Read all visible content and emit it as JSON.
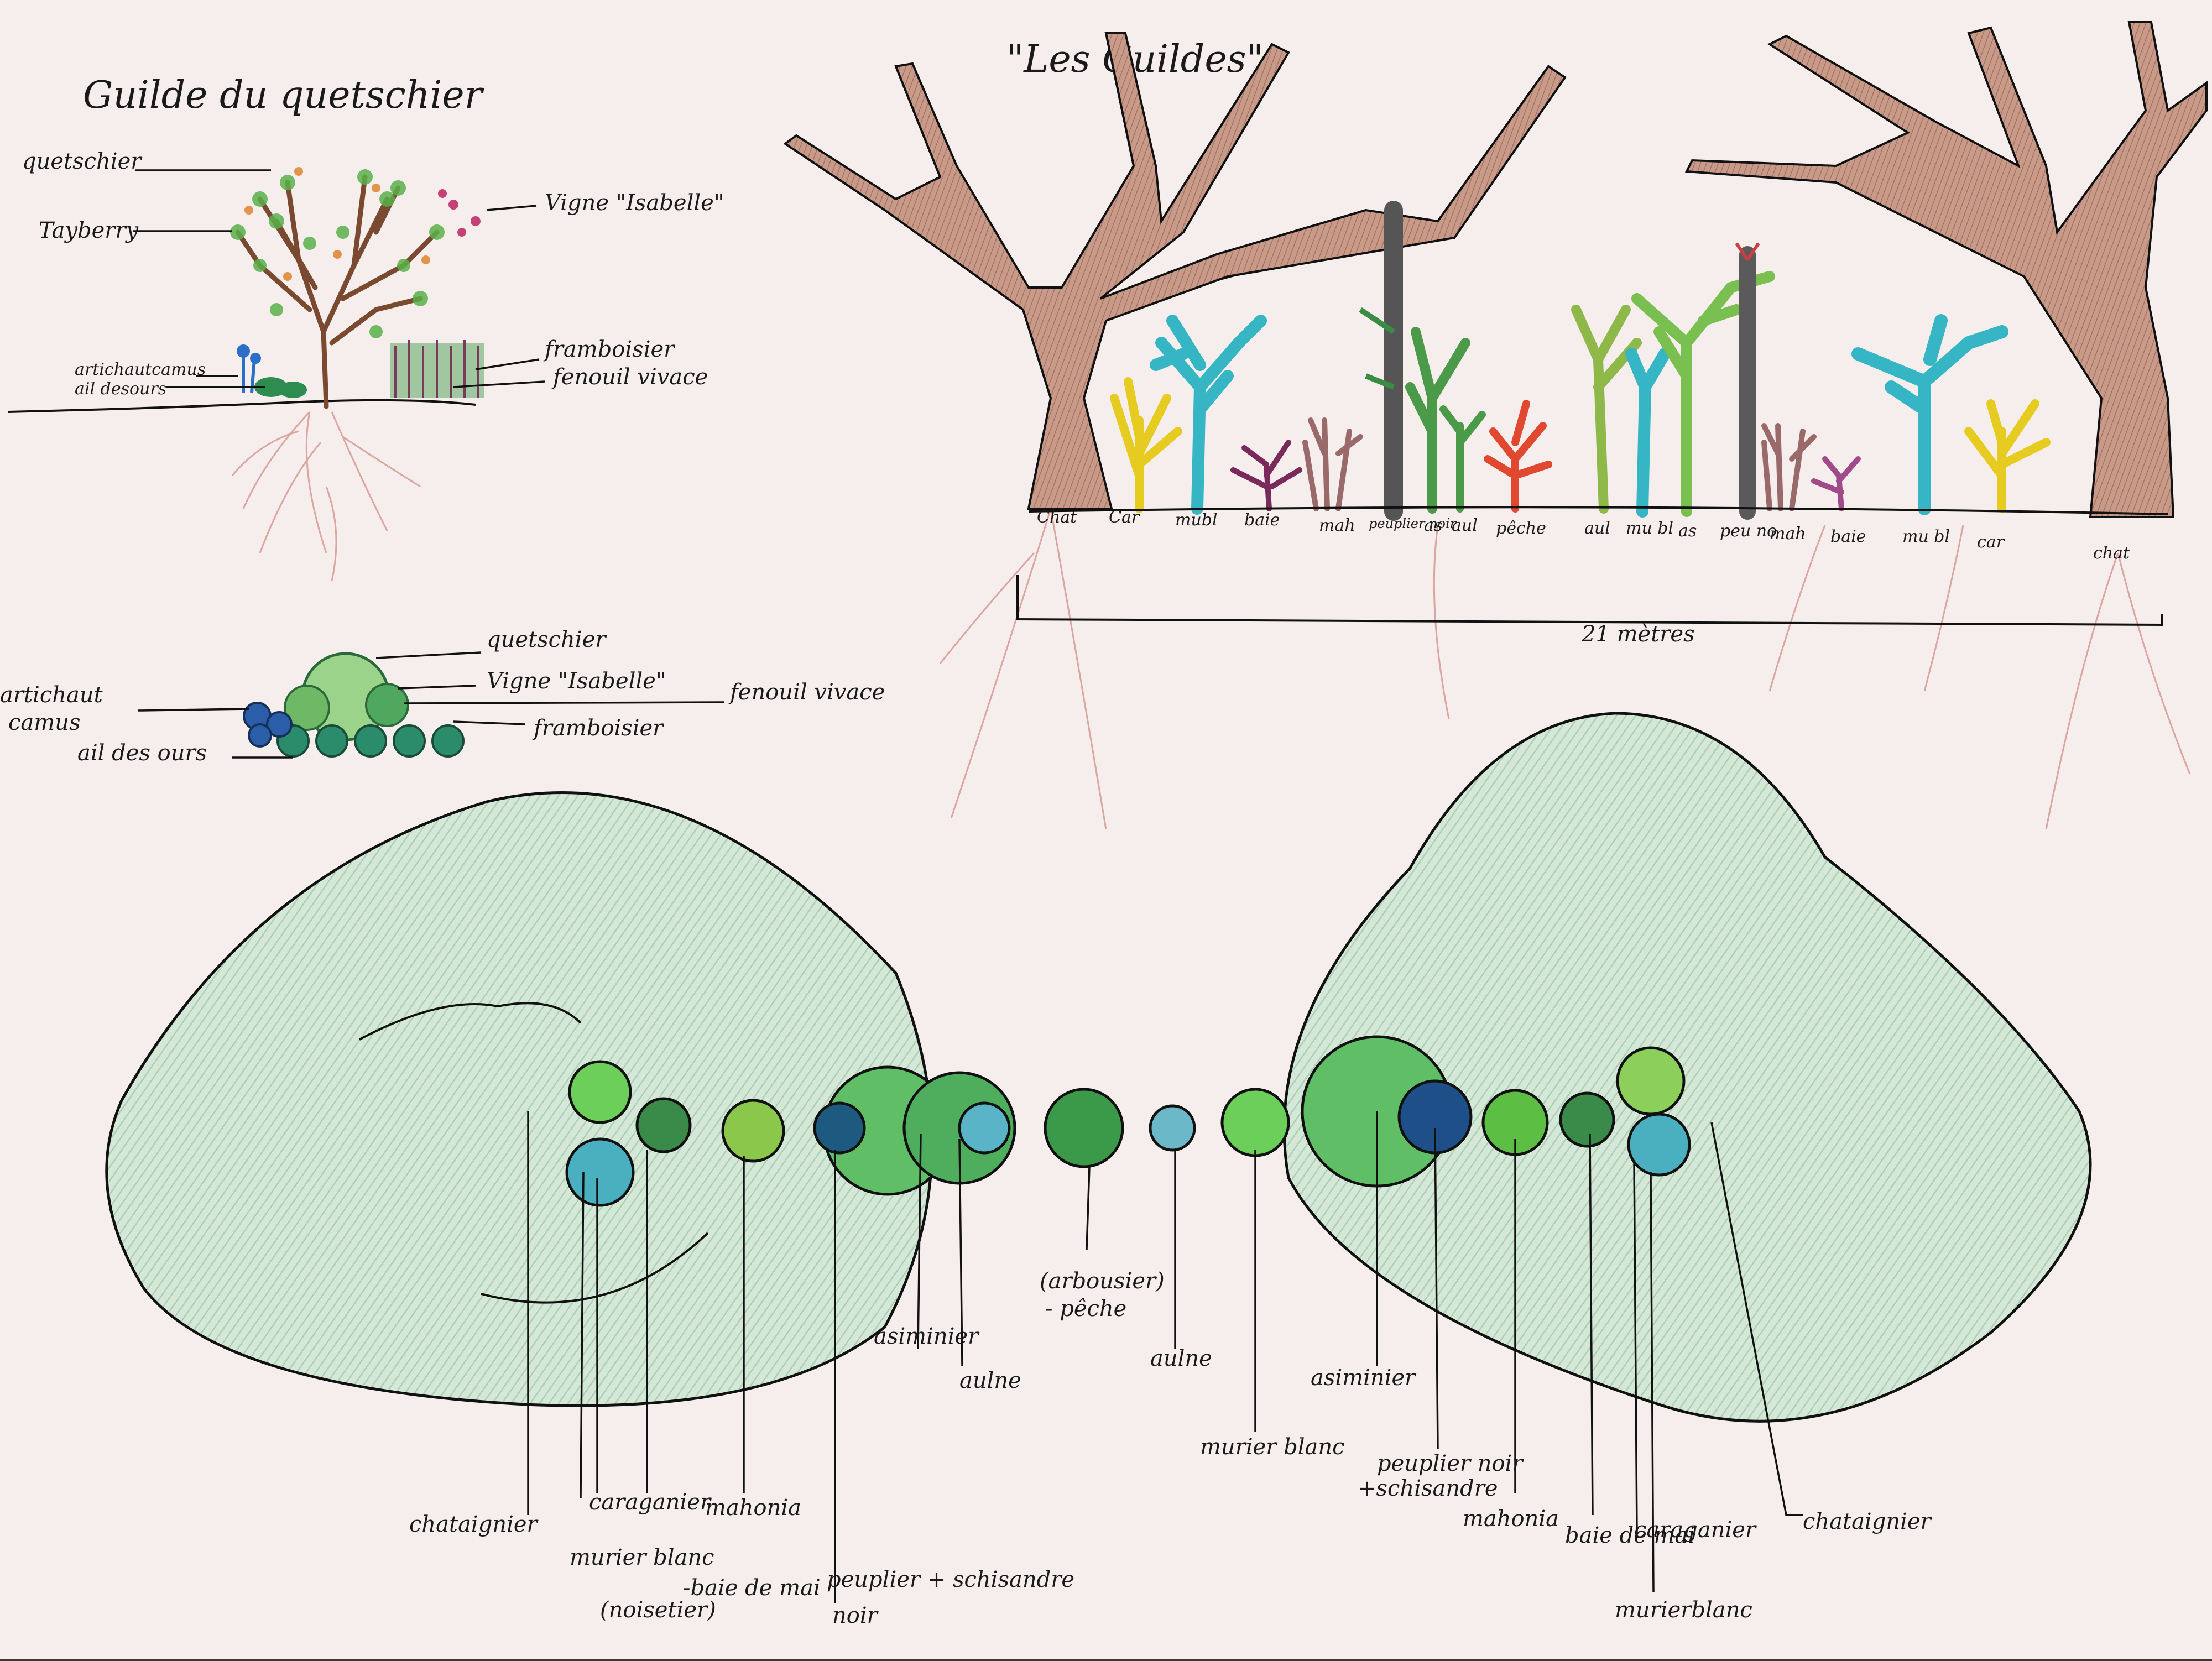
{
  "colors": {
    "paper": "#f6eeec",
    "trunk_brown": "#b08070",
    "crown_green": "#cfe4d2",
    "root_red": "#c9756e",
    "cyan": "#36b6c4",
    "yellow": "#e6cc20",
    "violet": "#7a2a5a",
    "olive": "#8fb84a",
    "red": "#e04830"
  },
  "guild_section": {
    "title": "Guilde du quetschier",
    "labels": {
      "quetschier": "quetschier",
      "tayberry": "Tayberry",
      "vigne": "Vigne \"Isabelle\"",
      "artichaut": "artichautcamus",
      "ail": "ail desours",
      "framboisier": "framboisier",
      "fenouil": "fenouil vivace"
    }
  },
  "guild_plan": {
    "labels": {
      "quetschier": "quetschier",
      "vigne": "Vigne \"Isabelle\"",
      "artichaut_1": "artichaut",
      "artichaut_2": "camus",
      "fenouil": "fenouil vivace",
      "framboisier": "framboisier",
      "ail": "ail des ours"
    }
  },
  "guilds_section": {
    "title": "\"Les Guildes\"",
    "scale_label": "21 mètres",
    "species": [
      {
        "label": "Chat",
        "icon": "chestnut-tree-icon"
      },
      {
        "label": "Car",
        "icon": "yellow-shrub-icon"
      },
      {
        "label": "mubl",
        "icon": "cyan-tree-icon"
      },
      {
        "label": "baie",
        "icon": "violet-shrub-icon"
      },
      {
        "label": "mah",
        "icon": "mahonia-shrub-icon"
      },
      {
        "label": "peuplier noir",
        "icon": "poplar-icon"
      },
      {
        "label": "as",
        "icon": "green-tree-icon"
      },
      {
        "label": "aul",
        "icon": "alder-icon"
      },
      {
        "label": "pêche",
        "icon": "peach-tree-icon"
      },
      {
        "label": "aul",
        "icon": "alder-icon"
      },
      {
        "label": "mu bl",
        "icon": "cyan-tree-icon"
      },
      {
        "label": "as",
        "icon": "green-tree-icon"
      },
      {
        "label": "peu no",
        "icon": "poplar-icon"
      },
      {
        "label": "mah",
        "icon": "mahonia-shrub-icon"
      },
      {
        "label": "baie",
        "icon": "violet-shrub-icon"
      },
      {
        "label": "mu bl",
        "icon": "cyan-tree-icon"
      },
      {
        "label": "car",
        "icon": "yellow-shrub-icon"
      },
      {
        "label": "chat",
        "icon": "chestnut-tree-icon"
      }
    ]
  },
  "plan_section": {
    "labels": {
      "chataignier_left": "chataignier",
      "murier_blanc_left": "murier blanc",
      "noisetier": "(noisetier)",
      "baie_de_mai_left": "-baie de mai",
      "caraganier_left": "caraganier",
      "mahonia_left": "mahonia",
      "peuplier_left_1": "peuplier + schisandre",
      "peuplier_left_2": "noir",
      "asiminier_left": "asiminier",
      "aulne_left": "aulne",
      "arbousier_1": "(arbousier)",
      "arbousier_2": "- pêche",
      "aulne_mid": "aulne",
      "murier_blanc_mid": "murier blanc",
      "asiminier_right": "asiminier",
      "peuplier_right_1": "peuplier noir",
      "peuplier_right_2": "+schisandre",
      "mahonia_right": "mahonia",
      "baie_de_mai_right": "baie de mai",
      "caraganier_right": "caraganier",
      "murier_blanc_right": "murierblanc",
      "chataignier_right": "chataignier"
    }
  }
}
